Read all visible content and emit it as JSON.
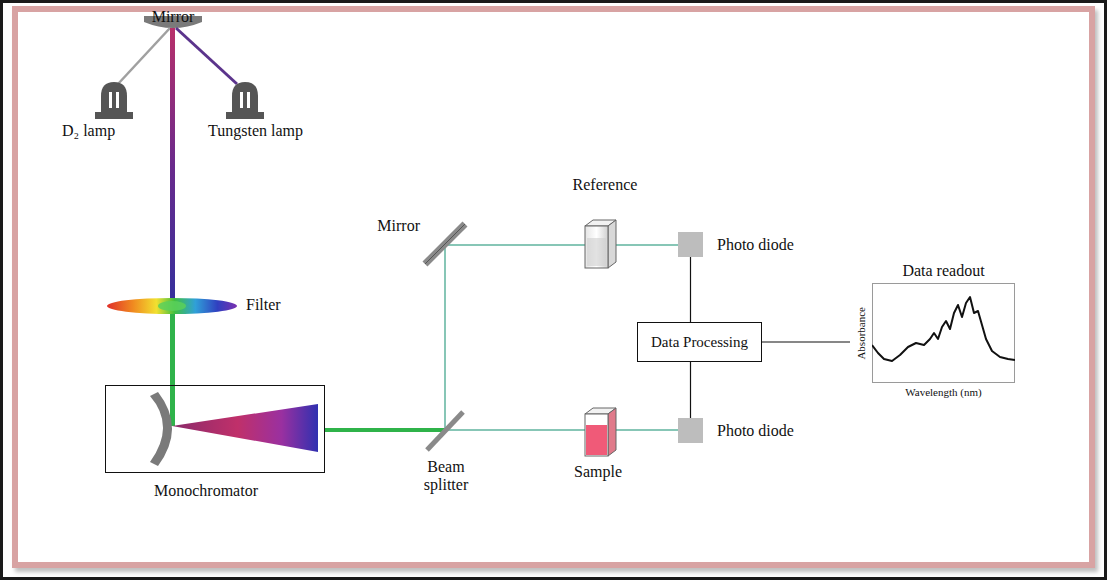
{
  "diagram": {
    "nodes": [
      {
        "text": [
          "Photo diode"
        ]
      },
      {
        "text": [
          "Data Processing"
        ]
      },
      {
        "text": [
          "Data readout",
          "Absorbance",
          "Wavelength (nm)"
        ]
      },
      {
        "text": [
          "Monochromator"
        ]
      },
      {
        "text": [
          "Photo diode"
        ]
      }
    ],
    "edges": [
      {
        "from": 0,
        "to": 1,
        "arrow": "none"
      },
      {
        "from": 4,
        "to": 1,
        "arrow": "none"
      },
      {
        "from": 1,
        "to": 2,
        "arrow": "none"
      }
    ],
    "labels": [
      "Mirror",
      "D₂ lamp",
      "Tungsten lamp",
      "Filter",
      "Mirror",
      "Reference",
      "Beam splitter",
      "Sample"
    ]
  }
}
